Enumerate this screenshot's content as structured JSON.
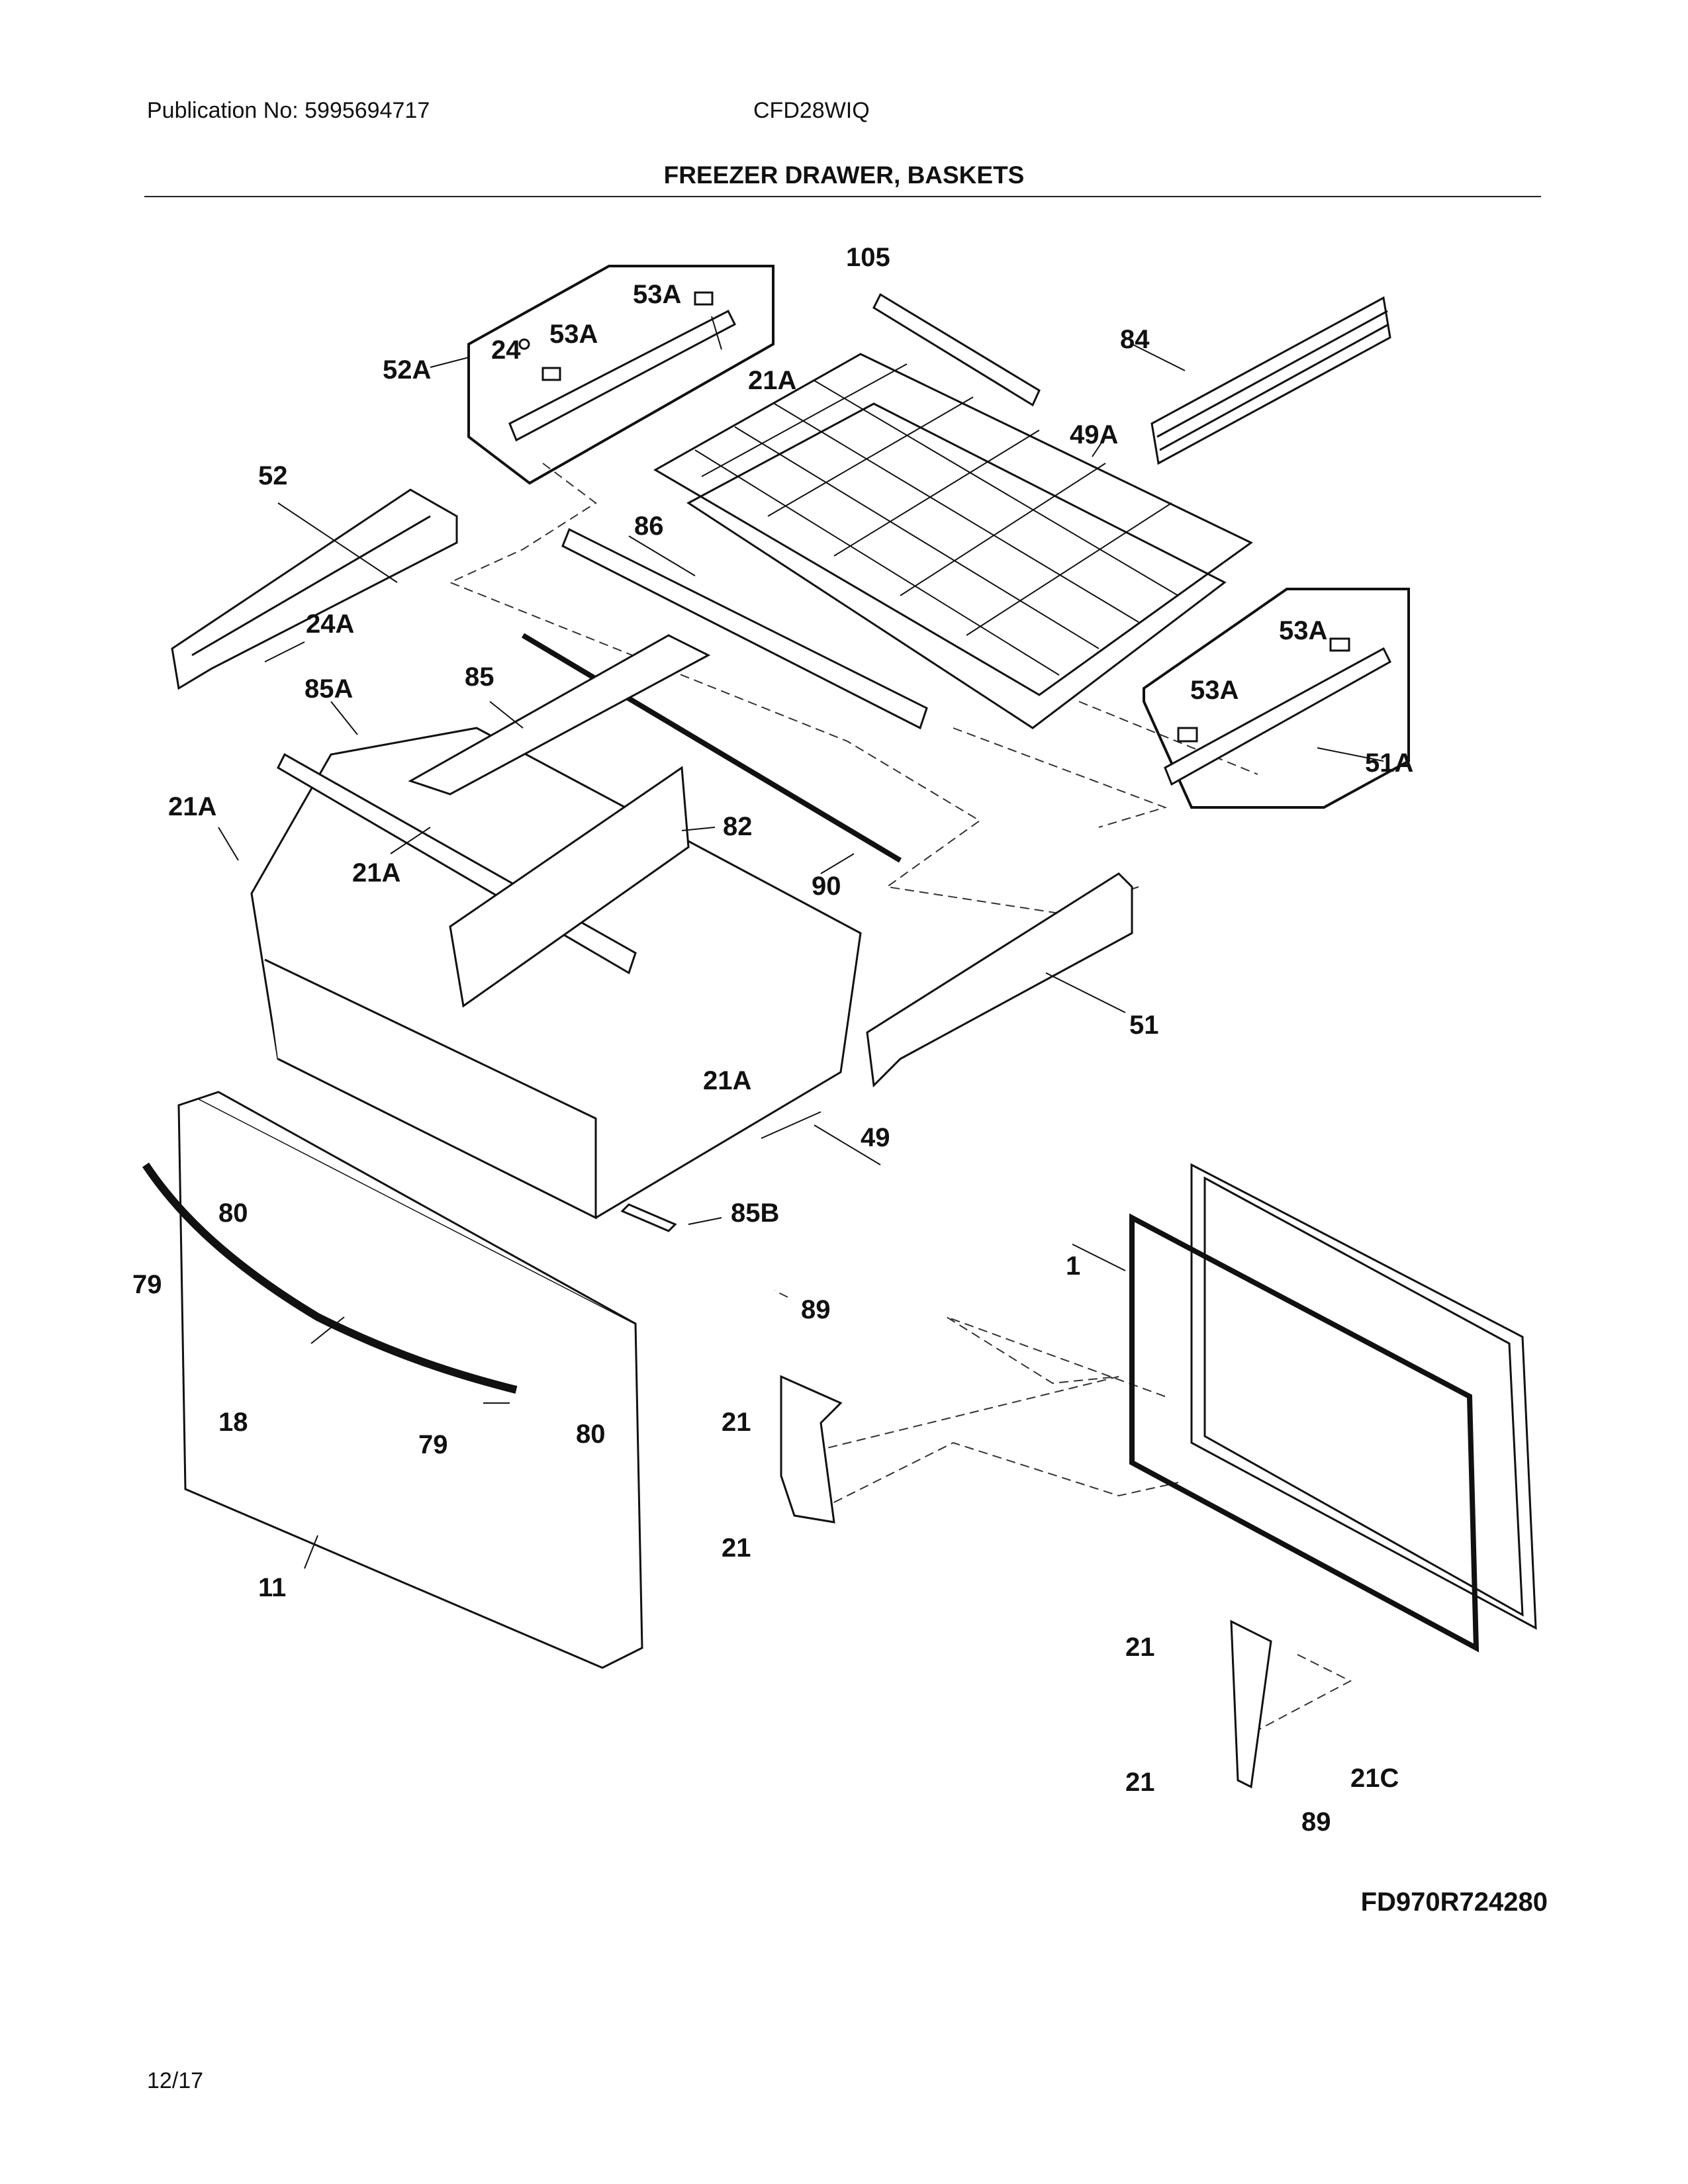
{
  "header": {
    "publication": "Publication No: 5995694717",
    "model": "CFD28WIQ",
    "title": "FREEZER DRAWER, BASKETS"
  },
  "callouts": {
    "c105": "105",
    "c84": "84",
    "c53a_1": "53A",
    "c53a_2": "53A",
    "c24": "24",
    "c52a": "52A",
    "c21a_1": "21A",
    "c49a": "49A",
    "c52": "52",
    "c86": "86",
    "c24a": "24A",
    "c53a_3": "53A",
    "c53a_4": "53A",
    "c51a": "51A",
    "c85a": "85A",
    "c85": "85",
    "c21a_2": "21A",
    "c82": "82",
    "c21a_3": "21A",
    "c90": "90",
    "c51": "51",
    "c21a_4": "21A",
    "c49": "49",
    "c80_1": "80",
    "c85b": "85B",
    "c79_1": "79",
    "c1": "1",
    "c89_1": "89",
    "c18": "18",
    "c79_2": "79",
    "c80_2": "80",
    "c21_1": "21",
    "c11": "11",
    "c21_2": "21",
    "c21_3": "21",
    "c21c": "21C",
    "c21_4": "21",
    "c89_2": "89"
  },
  "footer": {
    "figure_id": "FD970R724280",
    "page": "12/17"
  }
}
